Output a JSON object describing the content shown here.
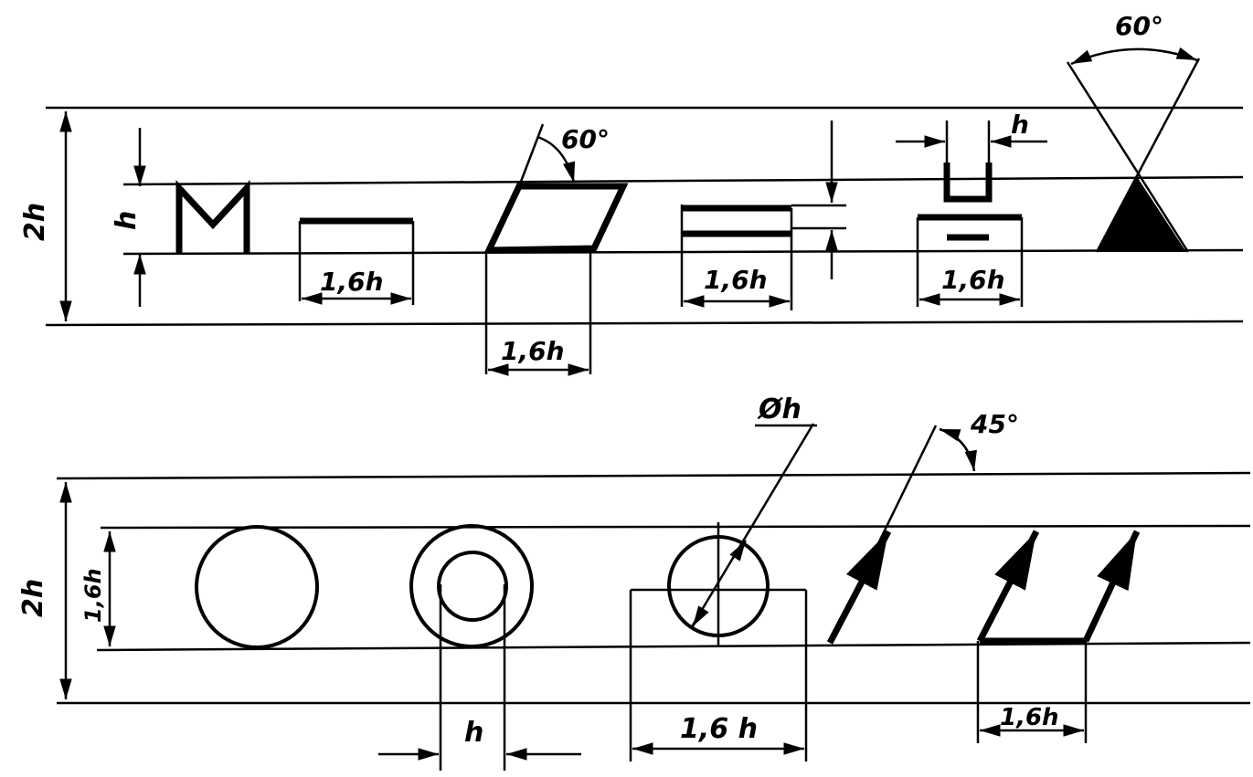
{
  "colors": {
    "ink": "#000000",
    "paper": "#ffffff"
  },
  "labels": {
    "two_h_top": "2h",
    "h_left": "h",
    "letter_m": "M",
    "dim_16h_a": "1,6h",
    "angle_60_parallelogram": "60°",
    "dim_16h_b": "1,6h",
    "dim_16h_c": "1,6h",
    "h_narrow": "h",
    "dim_16h_d": "1,6h",
    "angle_60_top": "60°",
    "two_h_bottom": "2h",
    "dim_16h_vertical": "1,6h",
    "diameter_h": "Øh",
    "angle_45": "45°",
    "h_bottom": "h",
    "dim_16h_e": "1,6 h",
    "dim_16h_f": "1,6h"
  }
}
